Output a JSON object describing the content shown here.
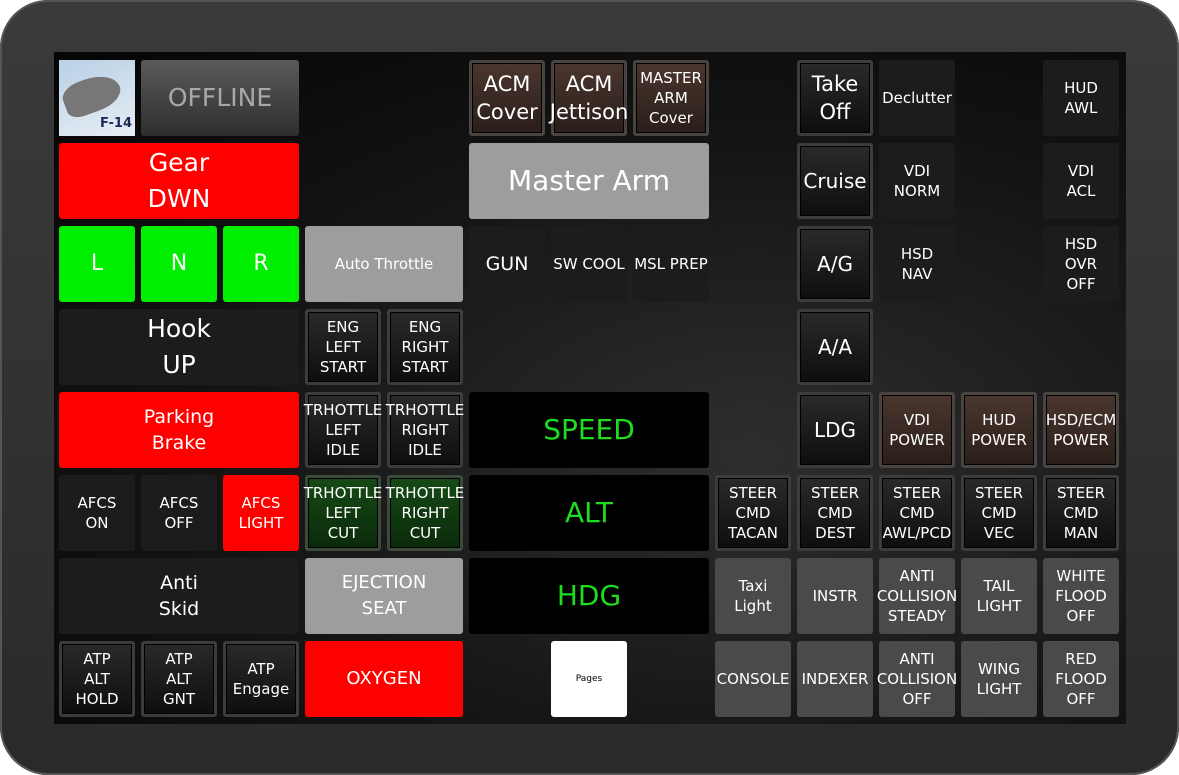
{
  "logo": {
    "text": "F-14"
  },
  "status": "OFFLINE",
  "acm_cover": "ACM\nCover",
  "acm_jettison": "ACM\nJettison",
  "master_arm_cover": "MASTER\nARM\nCover",
  "take_off": "Take\nOff",
  "declutter": "Declutter",
  "hud_awl": "HUD\nAWL",
  "gear": "Gear\nDWN",
  "master_arm": "Master Arm",
  "cruise": "Cruise",
  "vdi_norm": "VDI\nNORM",
  "vdi_acl": "VDI\nACL",
  "gear_l": "L",
  "gear_n": "N",
  "gear_r": "R",
  "auto_throttle": "Auto Throttle",
  "gun": "GUN",
  "sw_cool": "SW COOL",
  "msl_prep": "MSL PREP",
  "ag": "A/G",
  "hsd_nav": "HSD\nNAV",
  "hsd_ovr": "HSD\nOVR\nOFF",
  "hook": "Hook\nUP",
  "eng_left": "ENG\nLEFT\nSTART",
  "eng_right": "ENG\nRIGHT\nSTART",
  "aa": "A/A",
  "parking_brake": "Parking\nBrake",
  "thr_left_idle": "TRHOTTLE\nLEFT\nIDLE",
  "thr_right_idle": "TRHOTTLE\nRIGHT\nIDLE",
  "speed": "SPEED",
  "ldg": "LDG",
  "vdi_power": "VDI\nPOWER",
  "hud_power": "HUD\nPOWER",
  "hsd_power": "HSD/ECM\nPOWER",
  "afcs_on": "AFCS\nON",
  "afcs_off": "AFCS\nOFF",
  "afcs_light": "AFCS\nLIGHT",
  "thr_left_cut": "TRHOTTLE\nLEFT\nCUT",
  "thr_right_cut": "TRHOTTLE\nRIGHT\nCUT",
  "alt": "ALT",
  "steer": [
    "STEER\nCMD\nTACAN",
    "STEER\nCMD\nDEST",
    "STEER\nCMD\nAWL/PCD",
    "STEER\nCMD\nVEC",
    "STEER\nCMD\nMAN"
  ],
  "anti_skid": "Anti\nSkid",
  "ejection_seat": "EJECTION\nSEAT",
  "hdg": "HDG",
  "taxi_light": "Taxi\nLight",
  "instr": "INSTR",
  "anti_coll_steady": "ANTI\nCOLLISION\nSTEADY",
  "tail_light": "TAIL\nLIGHT",
  "white_flood": "WHITE\nFLOOD\nOFF",
  "atp_alt_hold": "ATP\nALT\nHOLD",
  "atp_alt_gnt": "ATP\nALT\nGNT",
  "atp_engage": "ATP\nEngage",
  "oxygen": "OXYGEN",
  "pages": "Pages",
  "console": "CONSOLE",
  "indexer": "INDEXER",
  "anti_coll_off": "ANTI\nCOLLISION\nOFF",
  "wing_light": "WING\nLIGHT",
  "red_flood": "RED\nFLOOD\nOFF"
}
